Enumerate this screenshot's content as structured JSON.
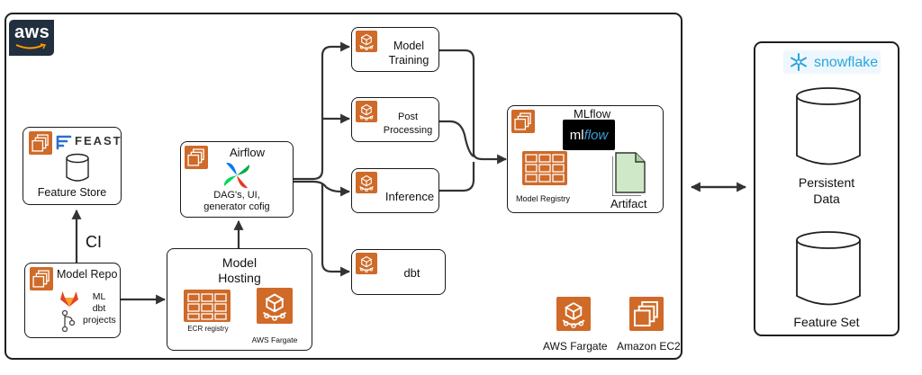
{
  "aws": {
    "logo_text": "aws"
  },
  "feature_store": {
    "brand": "FEAST",
    "label": "Feature Store"
  },
  "edges": {
    "ci_label": "CI"
  },
  "model_repo": {
    "title": "Model Repo",
    "items": [
      "ML",
      "dbt",
      "projects"
    ]
  },
  "airflow": {
    "title": "Airflow",
    "description": [
      "DAG's, UI,",
      "generator cofig"
    ]
  },
  "model_hosting": {
    "title": [
      "Model",
      "Hosting"
    ],
    "ecr_label": "ECR registry",
    "fargate_label": "AWS Fargate"
  },
  "pipeline": {
    "training": [
      "Model",
      "Training"
    ],
    "post_processing": [
      "Post",
      "Processing"
    ],
    "inference": "Inference",
    "dbt": "dbt"
  },
  "mlflow": {
    "title": "MLflow",
    "logo_prefix": "ml",
    "logo_suffix": "flow",
    "registry_label": "Model Registry",
    "artifact_label": "Artifact"
  },
  "legend": {
    "fargate": "AWS Fargate",
    "ec2": "Amazon EC2"
  },
  "snowflake": {
    "brand": "snowflake",
    "persistent": [
      "Persistent",
      "Data"
    ],
    "feature_set": "Feature Set"
  },
  "colors": {
    "aws_orange": "#cf6a28",
    "aws_dark": "#222f3e",
    "snowflake_blue": "#29a5dd",
    "artifact_green": "#cfe8c8"
  },
  "icons": {
    "ec2": "ec2-icon",
    "fargate": "fargate-icon",
    "feast": "feast-icon",
    "gitlab": "gitlab-icon",
    "git_branch": "git-branch-icon",
    "airflow": "airflow-icon",
    "ecr": "ecr-registry-icon",
    "mlflow_registry": "model-registry-icon",
    "artifact": "artifact-icon",
    "snowflake": "snowflake-icon",
    "cylinder": "database-cylinder-icon"
  }
}
